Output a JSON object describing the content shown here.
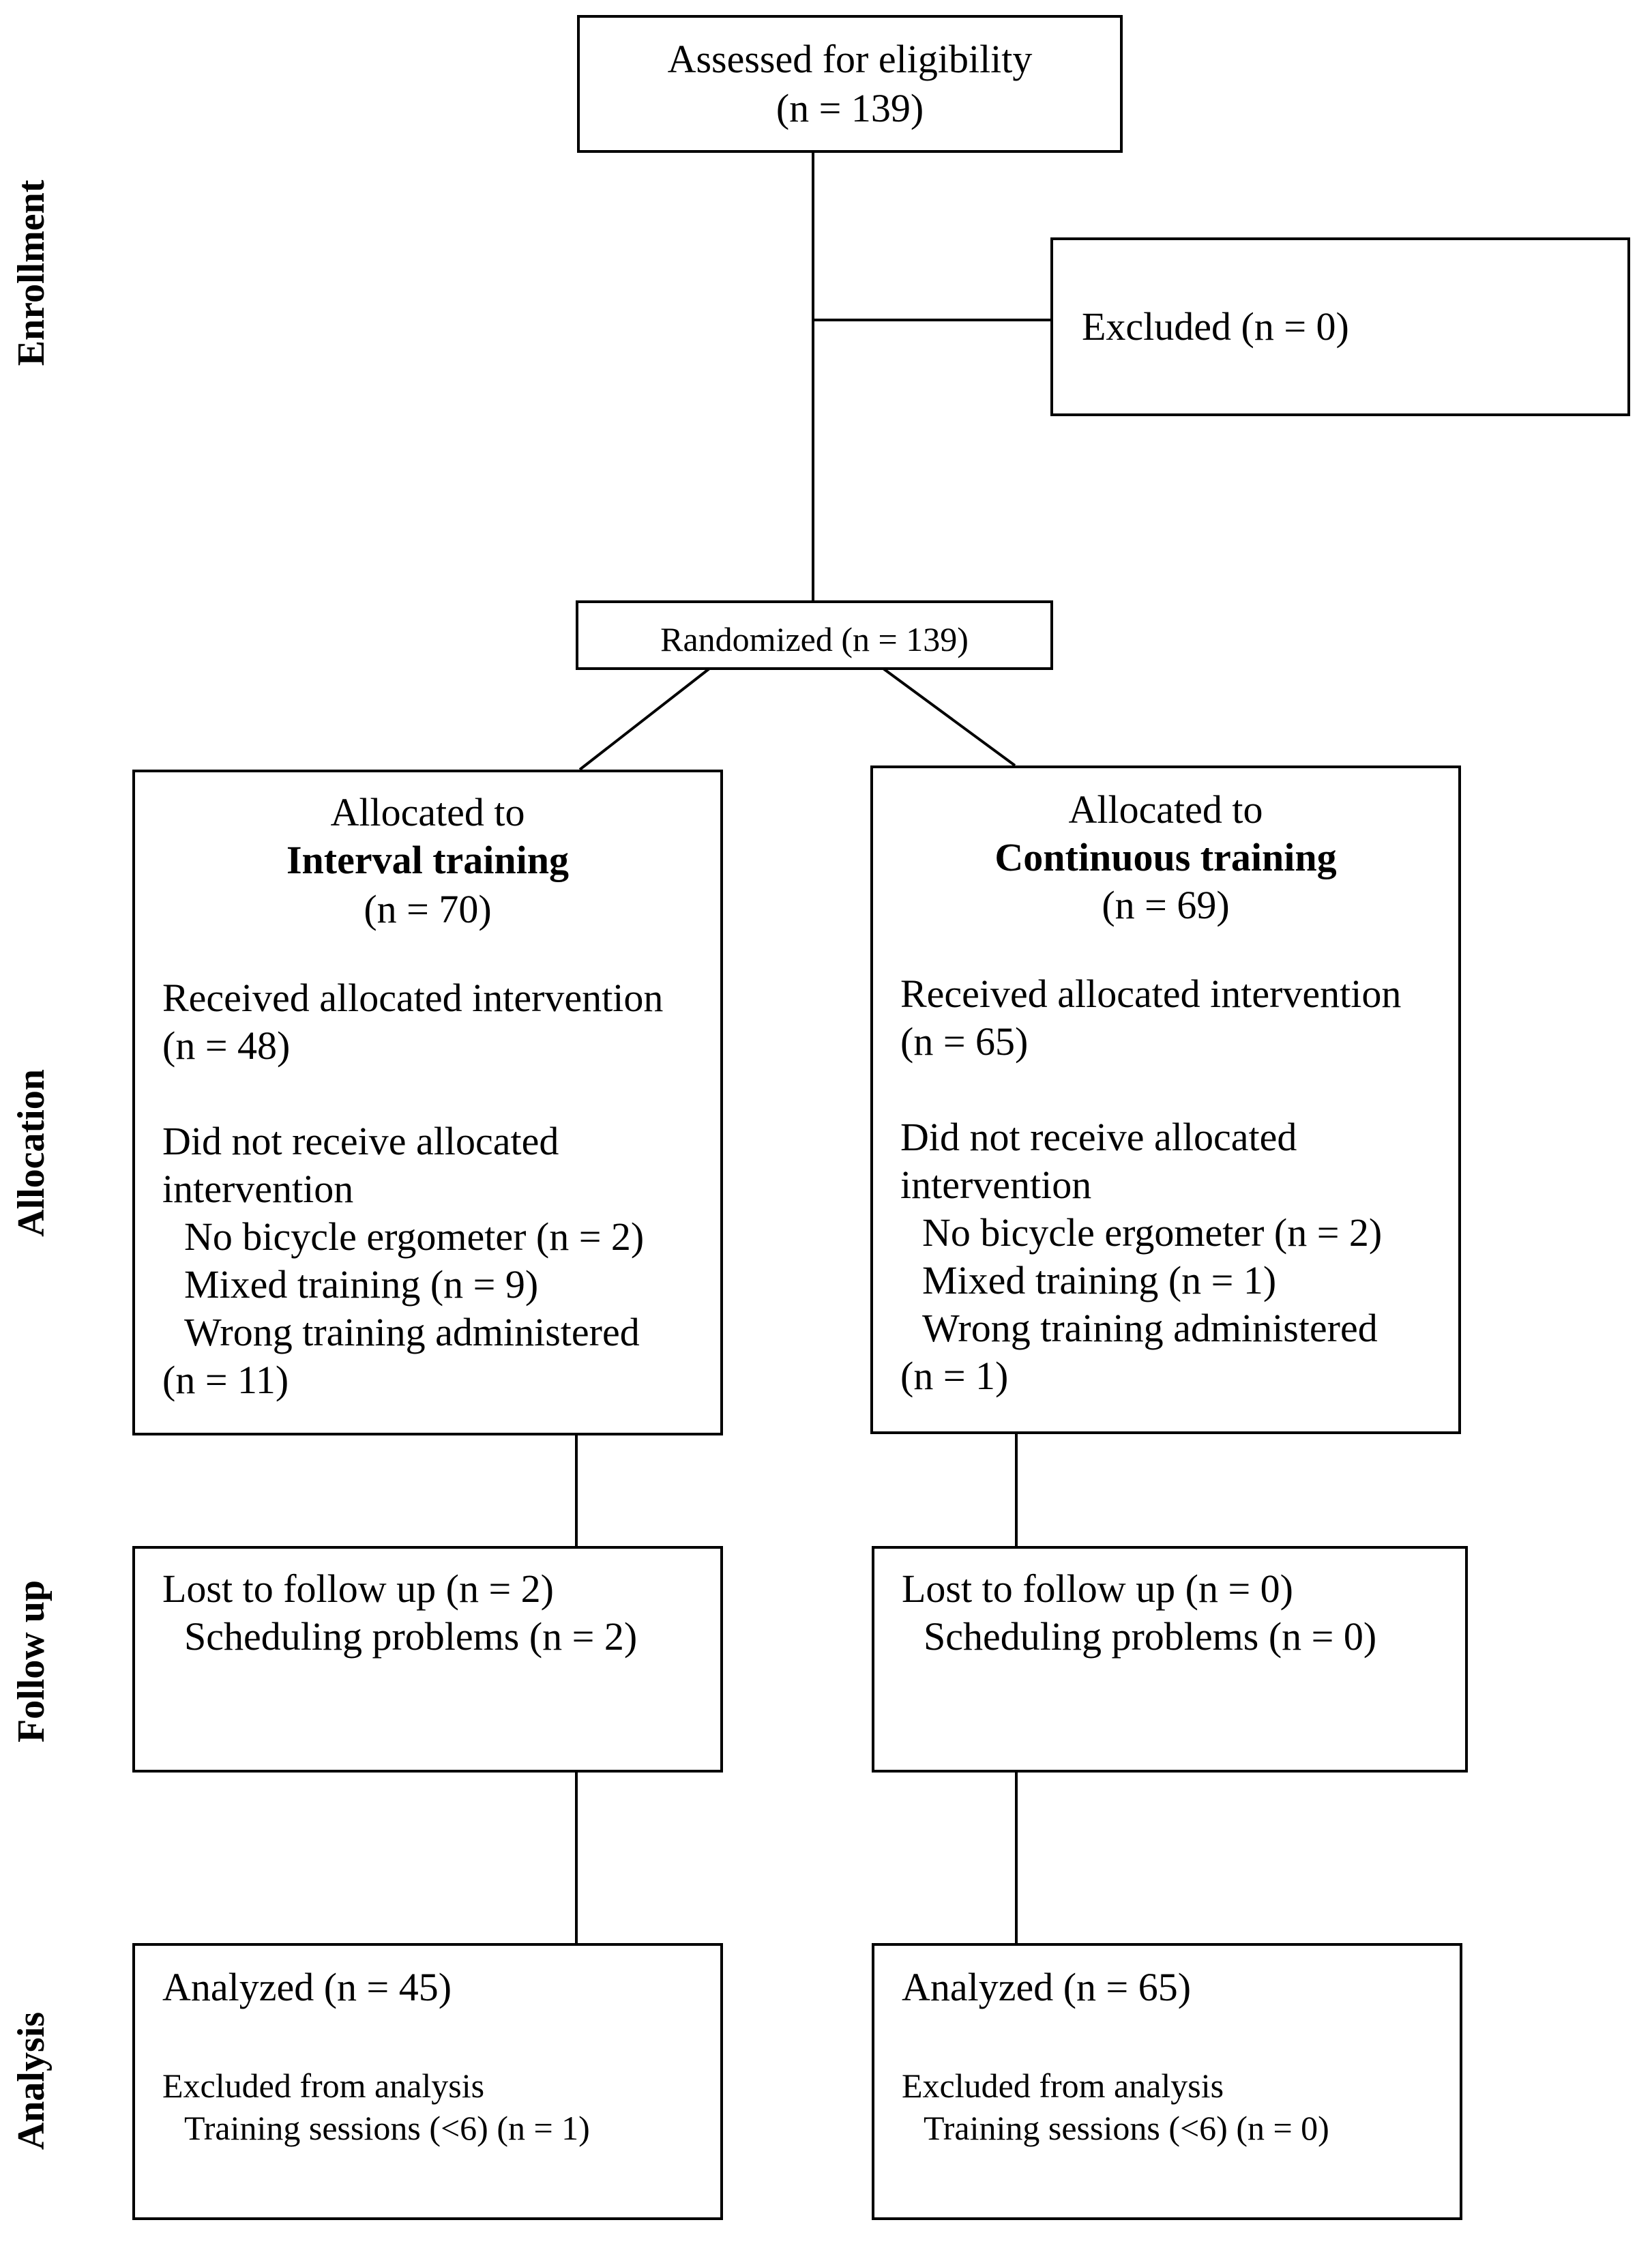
{
  "stages": {
    "enrollment": "Enrollment",
    "allocation": "Allocation",
    "follow_up": "Follow up",
    "analysis": "Analysis"
  },
  "assessed": {
    "line1": "Assessed for eligibility",
    "line2": "(n = 139)"
  },
  "excluded": {
    "text": "Excluded (n = 0)"
  },
  "randomized": {
    "text": "Randomized (n = 139)"
  },
  "interval": {
    "allocated_to": "Allocated to",
    "group": "Interval training",
    "n": "(n = 70)",
    "received": "Received allocated intervention",
    "received_n": "(n = 48)",
    "not_received_1": "Did not receive allocated",
    "not_received_2": "intervention",
    "reason_1": "No bicycle ergometer (n = 2)",
    "reason_2": "Mixed training (n = 9)",
    "reason_3": "Wrong training administered",
    "reason_3_n": "(n = 11)",
    "lost": "Lost to follow up (n = 2)",
    "lost_reason": "Scheduling problems (n = 2)",
    "analyzed": "Analyzed (n = 45)",
    "excluded_analysis": "Excluded from analysis",
    "excluded_reason": "Training sessions (<6) (n = 1)"
  },
  "continuous": {
    "allocated_to": "Allocated to",
    "group": "Continuous training",
    "n": "(n = 69)",
    "received": "Received allocated intervention",
    "received_n": "(n = 65)",
    "not_received_1": "Did not receive allocated",
    "not_received_2": "intervention",
    "reason_1": "No bicycle ergometer (n = 2)",
    "reason_2": "Mixed training (n = 1)",
    "reason_3": "Wrong training administered",
    "reason_3_n": "(n = 1)",
    "lost": "Lost to follow up (n = 0)",
    "lost_reason": "Scheduling problems (n = 0)",
    "analyzed": "Analyzed (n = 65)",
    "excluded_analysis": "Excluded from analysis",
    "excluded_reason": "Training sessions (<6) (n = 0)"
  }
}
